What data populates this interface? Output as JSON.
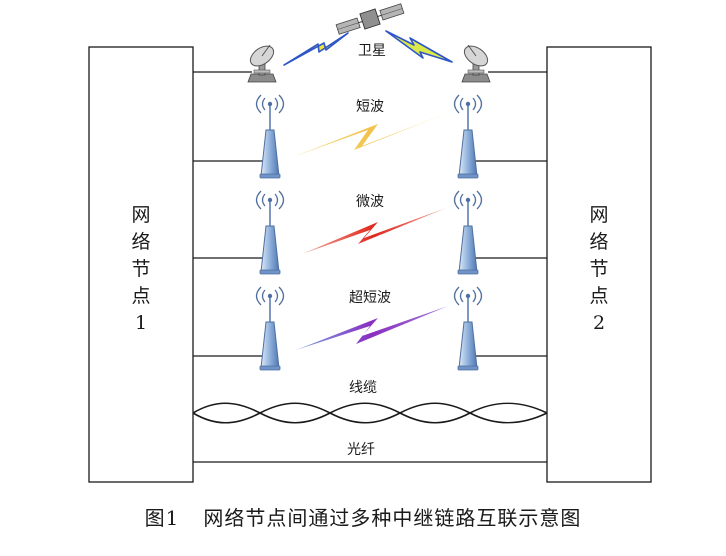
{
  "node_left": {
    "chars": [
      "网",
      "络",
      "节",
      "点",
      "1"
    ]
  },
  "node_right": {
    "chars": [
      "网",
      "络",
      "节",
      "点",
      "2"
    ]
  },
  "links": {
    "satellite": "卫星",
    "shortwave": "短波",
    "microwave": "微波",
    "ultrashortwave": "超短波",
    "cable": "线缆",
    "fiber": "光纤"
  },
  "caption": {
    "number": "图1",
    "text": "网络节点间通过多种中继链路互联示意图"
  },
  "colors": {
    "satellite_bolt": "#e8e23a",
    "satellite_bolt_right": "#d8e84a",
    "shortwave_bolt": "#f2c24a",
    "microwave_bolt": "#e23a2a",
    "ultrashortwave_bolt": "#7a3ac8",
    "antenna": "#6f93c7"
  }
}
